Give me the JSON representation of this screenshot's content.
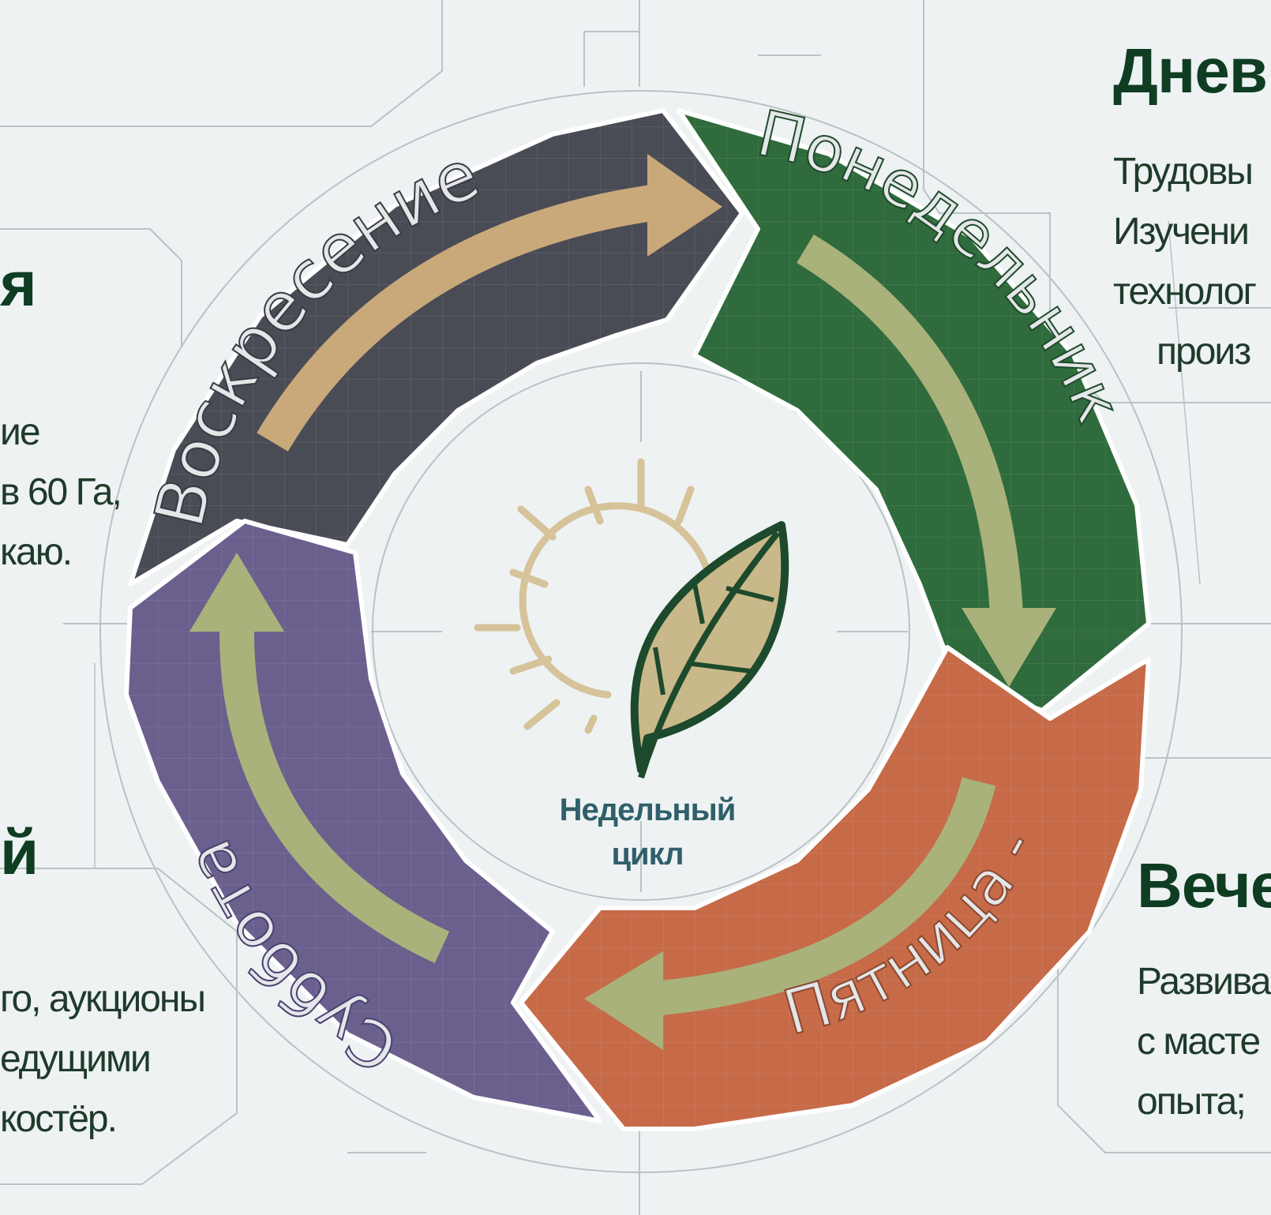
{
  "diagram": {
    "center_title": [
      "Недельный",
      "цикл"
    ],
    "segments": [
      {
        "label": "Воскресение",
        "color": "#4a4c55"
      },
      {
        "label": "Понедельник",
        "color": "#2f6b3c"
      },
      {
        "label": "Пятница -",
        "color": "#c66a48"
      },
      {
        "label": "Суббота",
        "color": "#6b5f8e"
      }
    ],
    "arrow_color": "#a9b27a",
    "leaf_color": "#c9b98a"
  },
  "panels": {
    "top_right": {
      "heading": "Днев",
      "lines": [
        "Трудовы",
        "Изучени",
        "технолог",
        "произ"
      ]
    },
    "left_upper": {
      "heading": "я",
      "lines": [
        "ие",
        "в 60 Га,",
        "каю."
      ]
    },
    "left_lower": {
      "heading": "й",
      "lines": [
        "го, аукционы",
        "едущими",
        "костёр."
      ]
    },
    "bottom_right": {
      "heading": "Вече",
      "lines": [
        "Развива",
        "с масте",
        "опыта;"
      ]
    }
  }
}
